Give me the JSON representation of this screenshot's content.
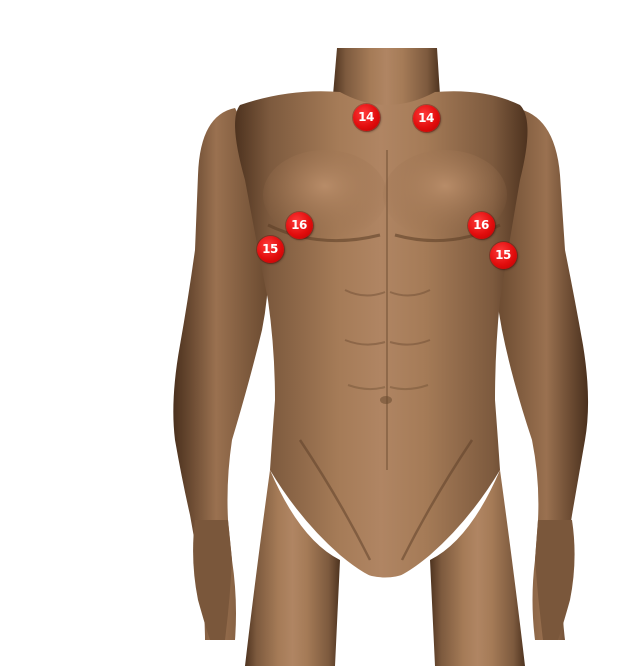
{
  "figure": {
    "subject": "male-torso-front-view",
    "skin_color": "#9c7250",
    "skin_shadow": "#5e3f27",
    "skin_highlight": "#c09570",
    "marker_color": "#e20d0d",
    "marker_text_color": "#ffffff"
  },
  "markers": [
    {
      "label": "14"
    },
    {
      "label": "14"
    },
    {
      "label": "16"
    },
    {
      "label": "16"
    },
    {
      "label": "15"
    },
    {
      "label": "15"
    }
  ]
}
